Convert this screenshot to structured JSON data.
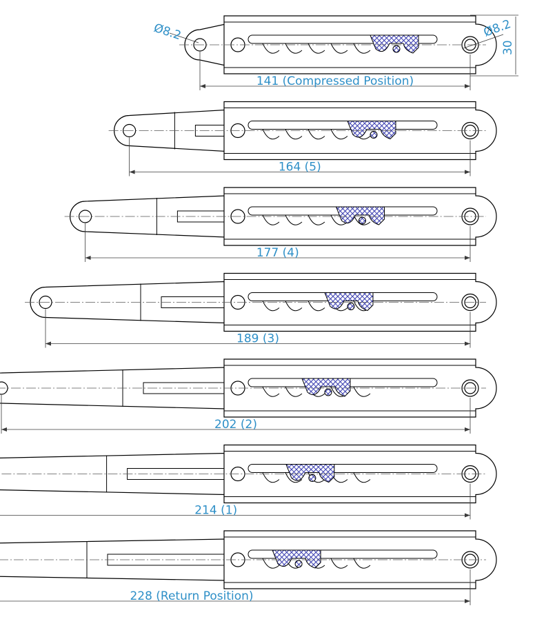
{
  "colors": {
    "dimension": "#2e8fc7",
    "hatch": "#3b3fb0",
    "line": "#000000"
  },
  "top_labels": {
    "left_diameter": "Ø8.2",
    "right_diameter": "Ø8.2",
    "height": "30"
  },
  "positions": [
    {
      "label": "141 (Compressed Position)",
      "extension": 0,
      "stage": 4
    },
    {
      "label": "164 (5)",
      "extension": 0.16,
      "stage": 3
    },
    {
      "label": "177 (4)",
      "extension": 0.26,
      "stage": 2.5
    },
    {
      "label": "189 (3)",
      "extension": 0.35,
      "stage": 2
    },
    {
      "label": "202 (2)",
      "extension": 0.45,
      "stage": 1
    },
    {
      "label": "214 (1)",
      "extension": 0.54,
      "stage": 0.3
    },
    {
      "label": "228 (Return Position)",
      "extension": 0.65,
      "stage": -0.3
    }
  ]
}
